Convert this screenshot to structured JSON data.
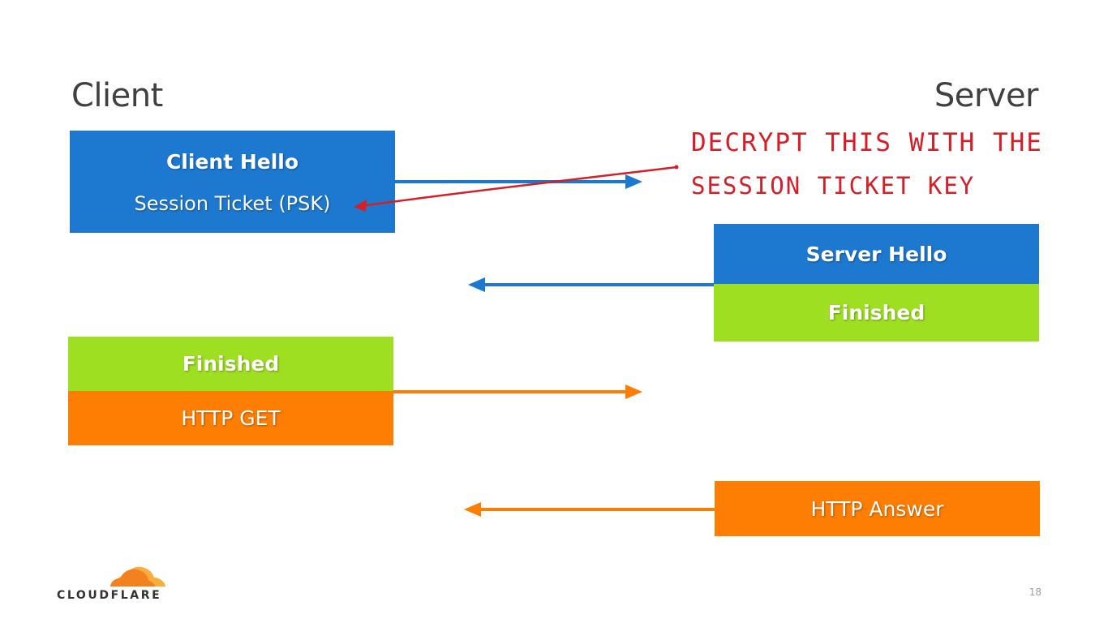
{
  "headings": {
    "client": "Client",
    "server": "Server"
  },
  "client_hello": {
    "title": "Client Hello",
    "subtitle": "Session Ticket (PSK)"
  },
  "server_hello": "Server Hello",
  "server_finished": "Finished",
  "client_finished": "Finished",
  "http_get": "HTTP GET",
  "http_answer": "HTTP Answer",
  "annotation": {
    "line1": "DECRYPT THIS WITH THE",
    "line2": "SESSION TICKET KEY"
  },
  "logo": {
    "text": "CLOUDFLARE"
  },
  "page_number": "18",
  "colors": {
    "blue": "#1d78cf",
    "green": "#9fdf22",
    "orange": "#fd7e03",
    "annotation_red": "#d21f28",
    "logo_orange": "#f48120",
    "logo_light": "#faad3f"
  }
}
